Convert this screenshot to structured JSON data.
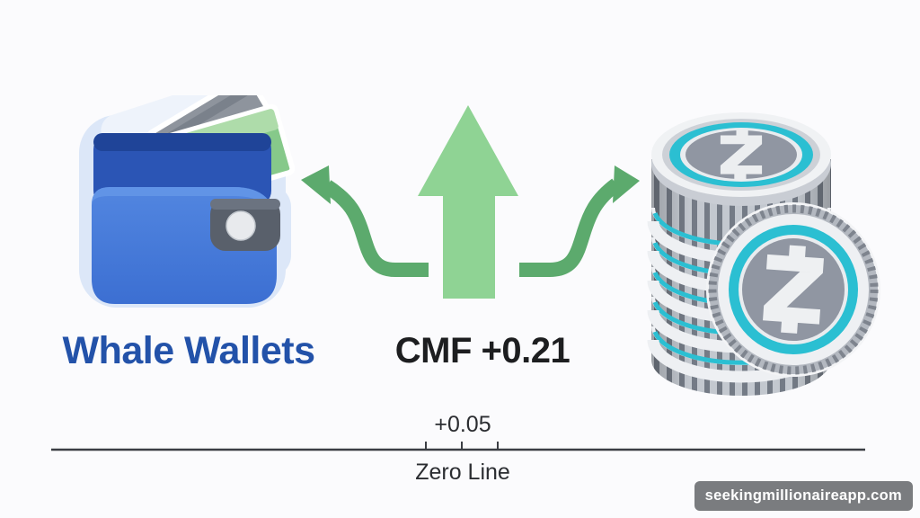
{
  "scene": {
    "left_label": "Whale Wallets",
    "center_label": "CMF +0.21",
    "axis": {
      "tick_label": "+0.05",
      "zero_label": "Zero Line"
    },
    "watermark": "seekingmillionaireapp.com"
  },
  "icons": {
    "wallet": "wallet-icon",
    "up_arrow": "up-arrow-icon",
    "curve_left": "curve-arrow-left-icon",
    "curve_right": "curve-arrow-right-icon",
    "coin_stack": "zcash-coin-stack-icon",
    "coin_front": "zcash-coin-icon"
  },
  "colors": {
    "background": "#fbfbfd",
    "heading_blue": "#2352a9",
    "heading_dark": "#1d1e20",
    "arrow_green_light": "#8fd394",
    "arrow_green": "#5caa6d",
    "coin_cyan": "#2bbfd2",
    "coin_face_gray": "#9096a2",
    "wallet_blue": "#4a80d9",
    "axis_line": "#3b3e44",
    "watermark_bg": "#707275",
    "watermark_text": "#ffffff"
  }
}
